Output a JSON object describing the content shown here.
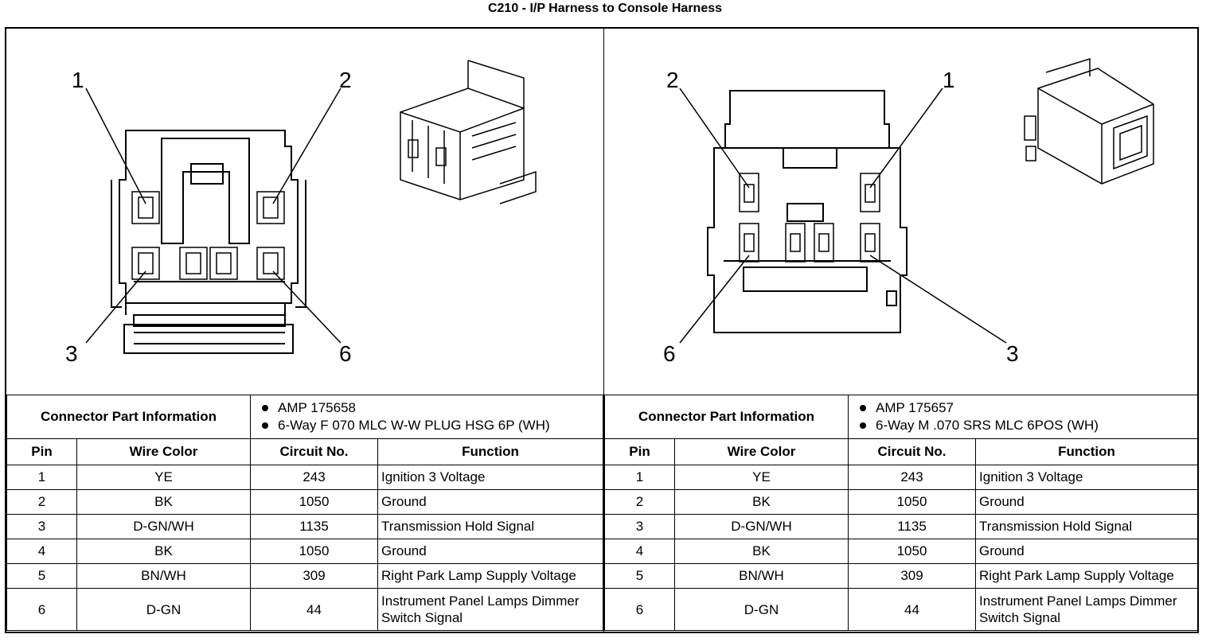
{
  "title": "C210 - I/P Harness to Console Harness",
  "left": {
    "pin_callouts": [
      "1",
      "2",
      "3",
      "6"
    ],
    "part_label": "Connector Part Information",
    "part_info": [
      "AMP 175658",
      "6-Way F 070 MLC W-W PLUG HSG 6P (WH)"
    ],
    "headers": [
      "Pin",
      "Wire Color",
      "Circuit No.",
      "Function"
    ],
    "rows": [
      {
        "pin": "1",
        "color": "YE",
        "circuit": "243",
        "function": "Ignition 3 Voltage"
      },
      {
        "pin": "2",
        "color": "BK",
        "circuit": "1050",
        "function": "Ground"
      },
      {
        "pin": "3",
        "color": "D-GN/WH",
        "circuit": "1135",
        "function": "Transmission Hold Signal"
      },
      {
        "pin": "4",
        "color": "BK",
        "circuit": "1050",
        "function": "Ground"
      },
      {
        "pin": "5",
        "color": "BN/WH",
        "circuit": "309",
        "function": "Right Park Lamp Supply Voltage"
      },
      {
        "pin": "6",
        "color": "D-GN",
        "circuit": "44",
        "function": "Instrument Panel Lamps Dimmer Switch Signal"
      }
    ]
  },
  "right": {
    "pin_callouts": [
      "2",
      "1",
      "6",
      "3"
    ],
    "part_label": "Connector Part Information",
    "part_info": [
      "AMP 175657",
      "6-Way M .070 SRS MLC 6POS (WH)"
    ],
    "headers": [
      "Pin",
      "Wire Color",
      "Circuit No.",
      "Function"
    ],
    "rows": [
      {
        "pin": "1",
        "color": "YE",
        "circuit": "243",
        "function": "Ignition 3 Voltage"
      },
      {
        "pin": "2",
        "color": "BK",
        "circuit": "1050",
        "function": "Ground"
      },
      {
        "pin": "3",
        "color": "D-GN/WH",
        "circuit": "1135",
        "function": "Transmission Hold Signal"
      },
      {
        "pin": "4",
        "color": "BK",
        "circuit": "1050",
        "function": "Ground"
      },
      {
        "pin": "5",
        "color": "BN/WH",
        "circuit": "309",
        "function": "Right Park Lamp Supply Voltage"
      },
      {
        "pin": "6",
        "color": "D-GN",
        "circuit": "44",
        "function": "Instrument Panel Lamps Dimmer Switch Signal"
      }
    ]
  }
}
